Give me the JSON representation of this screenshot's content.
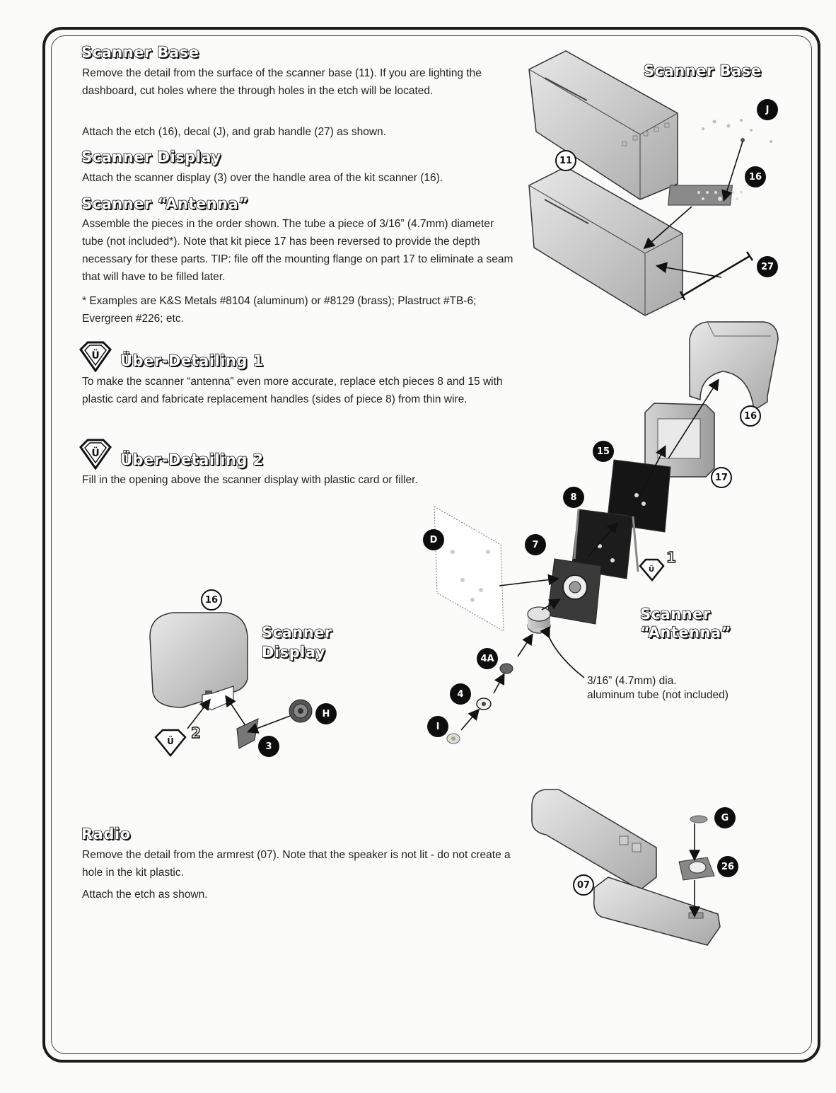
{
  "sections": {
    "scanner_base": {
      "heading": "Scanner Base",
      "para1": "Remove the detail from the surface of the scanner base (11). If you are lighting the dashboard, cut holes where the through holes in the etch will be located.",
      "para2": "Attach the etch (16), decal (J), and grab handle (27) as shown."
    },
    "scanner_display": {
      "heading": "Scanner Display",
      "para1": "Attach the scanner display (3) over the handle area of the kit scanner (16)."
    },
    "scanner_antenna": {
      "heading": "Scanner “Antenna”",
      "para1": "Assemble the pieces in the order shown. The tube a piece of 3/16” (4.7mm) diameter tube (not included*). Note that kit piece 17 has been reversed to provide the depth necessary for these parts. TIP: file off the mounting flange on part 17 to eliminate a seam that will have to be filled later.",
      "para2": "* Examples are K&S Metals #8104 (aluminum) or #8129 (brass); Plastruct #TB-6; Evergreen #226; etc."
    },
    "uber_1": {
      "heading": "Über-Detailing 1",
      "para1": "To make the scanner “antenna” even more accurate, replace etch pieces 8 and 15 with plastic card and fabricate replacement handles (sides of piece 8) from thin wire."
    },
    "uber_2": {
      "heading": "Über-Detailing 2",
      "para1": "Fill in the opening above the scanner display with plastic card or filler."
    },
    "radio": {
      "heading": "Radio",
      "para1": "Remove the detail from the armrest (07). Note that the speaker is not lit - do not create a hole in the kit plastic.",
      "para2": "Attach the etch as shown."
    }
  },
  "diagrams": {
    "scanner_base": {
      "title": "Scanner Base",
      "callouts": {
        "c11": "11",
        "cJ": "J",
        "c16": "16",
        "c27": "27"
      }
    },
    "scanner_antenna": {
      "title_line1": "Scanner",
      "title_line2": "“Antenna”",
      "callouts": {
        "c16": "16",
        "c17": "17",
        "c15": "15",
        "c8": "8",
        "c7": "7",
        "cD": "D",
        "c4A": "4A",
        "c4": "4",
        "cI": "I"
      },
      "uber_badge": "1",
      "tube_note_line1": "3/16” (4.7mm) dia.",
      "tube_note_line2": "aluminum tube (not included)"
    },
    "scanner_display": {
      "title_line1": "Scanner",
      "title_line2": "Display",
      "callouts": {
        "c16": "16",
        "c3": "3",
        "cH": "H"
      },
      "uber_badge": "2"
    },
    "radio": {
      "callouts": {
        "c07": "07",
        "cG": "G",
        "c26": "26"
      }
    }
  }
}
